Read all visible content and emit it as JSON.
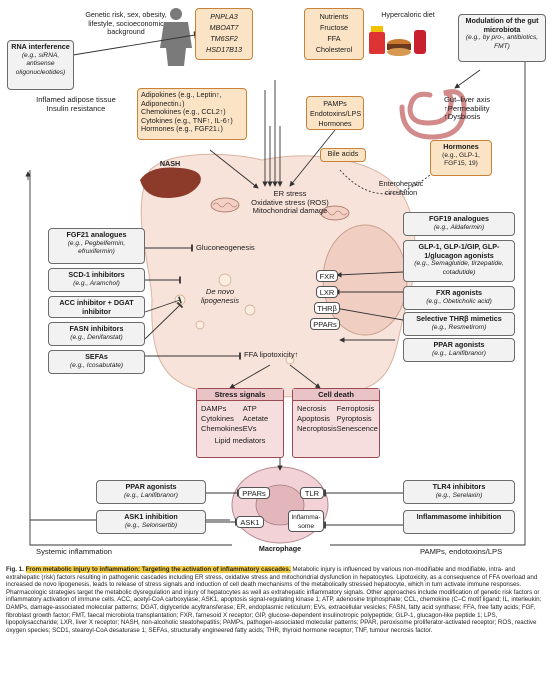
{
  "top": {
    "rna_interference": {
      "title": "RNA interference",
      "sub": "(e.g., siRNA, antisense oligonucleotides)"
    },
    "genetic_risk": "Genetic risk, sex, obesity, lifestyle, socioeconomic background",
    "genes": [
      "PNPLA3",
      "MBOAT7",
      "TM6SF2",
      "HSD17B13"
    ],
    "nutrients": [
      "Nutrients",
      "Fructose",
      "FFA",
      "Cholesterol"
    ],
    "hypercaloric": "Hypercaloric diet",
    "gut_modulation": {
      "title": "Modulation of the gut microbiota",
      "sub": "(e.g., by pro-, antibiotics, FMT)"
    }
  },
  "left": {
    "adipose": "Inflamed adipose tissue Insulin resistance",
    "adipokines": [
      "Adipokines (e.g., Leptin↑, Adiponectin↓)",
      "Chemokines (e.g., CCL2↑)",
      "Cytokines (e.g., TNF↑, IL-6↑)",
      "Hormones (e.g., FGF21↓)"
    ],
    "nash": "NASH",
    "fgf21": {
      "title": "FGF21 analogues",
      "sub": "(e.g., Pegbelfermin, efruxifermin)"
    },
    "scd1": {
      "title": "SCD-1 inhibitors",
      "sub": "(e.g., Aramchol)"
    },
    "acc": {
      "title": "ACC inhibitor + DGAT inhibitor"
    },
    "fasn": {
      "title": "FASN inhibitors",
      "sub": "(e.g., Denifanstat)"
    },
    "sefas": {
      "title": "SEFAs",
      "sub": "(e.g., Icosabutate)"
    }
  },
  "center": {
    "pamps": [
      "PAMPs",
      "Endotoxins/LPS",
      "Hormones"
    ],
    "stress": [
      "ER stress",
      "Oxidative stress (ROS)",
      "Mitochondrial damage"
    ],
    "gluconeogenesis": "Gluconeogenesis",
    "de_novo": "De novo lipogenesis",
    "receptors": [
      "FXR",
      "LXR",
      "THRβ",
      "PPARs"
    ],
    "ffa_lipotoxicity": "FFA lipotoxicity↑",
    "stress_signals": {
      "title": "Stress signals",
      "items": [
        "DAMPs",
        "ATP",
        "Cytokines",
        "Acetate",
        "Chemokines",
        "EVs",
        "Lipid mediators"
      ]
    },
    "cell_death": {
      "title": "Cell death",
      "items": [
        "Necrosis",
        "Ferroptosis",
        "Apoptosis",
        "Pyroptosis",
        "Necroptosis",
        "Senescence"
      ]
    }
  },
  "right": {
    "gut_liver": "Gut–liver axis ↑Permeability ↑Dysbiosis",
    "bile_acids": "Bile acids",
    "hormones": {
      "title": "Hormones",
      "sub": "(e.g., GLP-1, FGF15, 19)"
    },
    "enterohepatic": "Enterohepatic circulation",
    "fgf19": {
      "title": "FGF19 analogues",
      "sub": "(e.g., Aldafermin)"
    },
    "glp1": {
      "title": "GLP-1, GLP-1/GIP, GLP-1/glucagon agonists",
      "sub": "(e.g., Semaglutide, tirzepatide, cotadutide)"
    },
    "fxr_agonists": {
      "title": "FXR agonists",
      "sub": "(e.g., Obeticholic acid)"
    },
    "thr": {
      "title": "Selective THRβ mimetics",
      "sub": "(e.g., Resmetirom)"
    },
    "ppar_agonists": {
      "title": "PPAR agonists",
      "sub": "(e.g., Lanifibranor)"
    }
  },
  "bottom": {
    "ppar_left": {
      "title": "PPAR agonists",
      "sub": "(e.g., Lanifibranor)"
    },
    "ask1_inhib": {
      "title": "ASK1 inhibition",
      "sub": "(e.g., Selonsertib)"
    },
    "macrophage": "Macrophage",
    "ppars": "PPARs",
    "ask1": "ASK1",
    "tlr": "TLR",
    "inflammasome": "Inflamma-some",
    "tlr4": {
      "title": "TLR4 inhibitors",
      "sub": "(e.g., Serelaxin)"
    },
    "inflam_inhib": "Inflammasome inhibition",
    "systemic": "Systemic inflammation",
    "pamps_endo": "PAMPs, endotoxins/LPS"
  },
  "caption": {
    "fig": "Fig. 1.",
    "title": "From metabolic injury to inflammation: Targeting the activation of inflammatory cascades.",
    "body": " Metabolic injury is influenced by various non-modifiable and modifiable, intra- and extrahepatic (risk) factors resulting in pathogenic cascades including ER stress, oxidative stress and mitochondrial dysfunction in hepatocytes. Lipotoxicity, as a consequence of FFA overload and increased de novo lipogenesis, leads to release of stress signals and induction of cell death mechanisms of the metabolically stressed hepatocyte, which in turn activate immune responses. Pharmacologic strategies target the metabolic dysregulation and injury of hepatocytes as well as extrahepatic inflammatory signals. Other approaches include modification of genetic risk factors or inflammatory activation of immune cells. ACC, acetyl-CoA carboxylase; ASK1, apoptosis signal-regulating kinase 1; ATP, adenosine triphosphate; CCL, chemokine (C–C motif ligand; IL, interleukin; DAMPs, damage-associated molecular patterns; DGAT, diglyceride acyltransferase; ER, endoplasmic reticulum; EVs, extracellular vesicles; FASN, fatty acid synthase; FFA, free fatty acids; FGF, fibroblast growth factor; FMT, faecal microbiota transplantation; FXR, farnesoid X receptor; GIP, glucose-dependent insulinotropic polypeptide; GLP-1, glucagon-like peptide 1; LPS, lipopolysaccharide; LXR, liver X receptor; NASH, non-alcoholic steatohepatitis; PAMPs, pathogen-associated molecular patterns; PPAR, peroxisome proliferator-activated receptor; ROS, reactive oxygen species; SCD1, stearoyl-CoA desaturase 1; SEFAs, structurally engineered fatty acids; THR, thyroid hormone receptor; TNF, tumour necrosis factor."
  },
  "colors": {
    "cell": "#f8e3da",
    "orange_box": "#fbe4c6",
    "pink_box": "#f6dede",
    "gray_box": "#f2f2f2",
    "highlight": "#f4d04a"
  }
}
